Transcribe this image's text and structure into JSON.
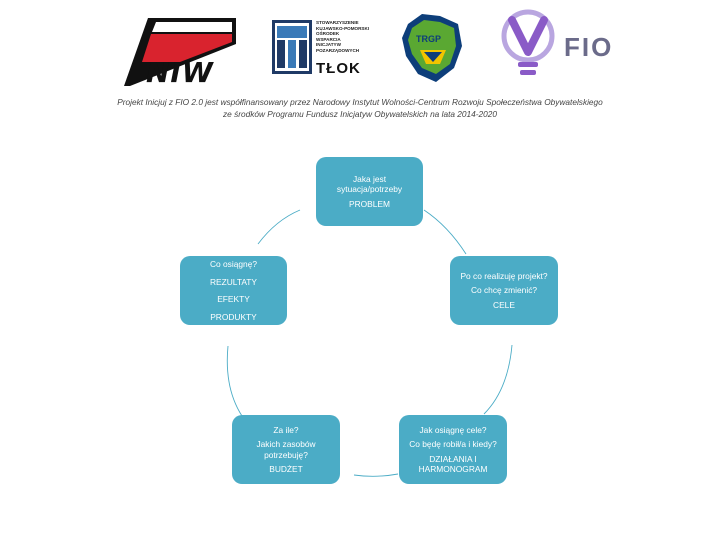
{
  "logos": {
    "niw": {
      "text": "NIW",
      "flag_colors": [
        "#ffffff",
        "#d9232e"
      ]
    },
    "tlok": {
      "small_lines": [
        "Stowarzyszenie",
        "Kujawsko-Pomorski",
        "Ośrodek",
        "Wsparcia",
        "Inicjatyw",
        "Pozarządowych"
      ],
      "big": "TŁOK"
    },
    "trgp": {
      "text": "TRGP",
      "colors": [
        "#0d3e7a",
        "#5aa832",
        "#f2c400"
      ]
    },
    "fio": {
      "text": "FIO",
      "colors": [
        "#8a5bc7",
        "#6b6b8a"
      ]
    }
  },
  "credit": {
    "line1": "Projekt Inicjuj z FIO 2.0 jest współfinansowany przez Narodowy Instytut Wolności-Centrum Rozwoju Społeczeństwa Obywatelskiego",
    "line2": "ze środków Programu Fundusz Inicjatyw Obywatelskich na lata 2014-2020"
  },
  "diagram": {
    "node_color": "#4bacc6",
    "connector_color": "#4bacc6",
    "nodes": {
      "problem": {
        "q1": "Jaka jest",
        "q2": "sytuacja/potrzeby",
        "tag": "PROBLEM"
      },
      "cele": {
        "q1": "Po co realizuję projekt?",
        "q2": "Co chcę zmienić?",
        "tag": "CELE"
      },
      "dzialania": {
        "q1": "Jak osiągnę cele?",
        "q2": "Co będę robił/a i kiedy?",
        "tag1": "DZIAŁANIA I",
        "tag2": "HARMONOGRAM"
      },
      "budzet": {
        "q1": "Za ile?",
        "q2": "Jakich zasobów",
        "q3": "potrzebuję?",
        "tag": "BUDŻET"
      },
      "rezultaty": {
        "q1": "Co osiągnę?",
        "t1": "REZULTATY",
        "t2": "EFEKTY",
        "t3": "PRODUKTY"
      }
    }
  }
}
